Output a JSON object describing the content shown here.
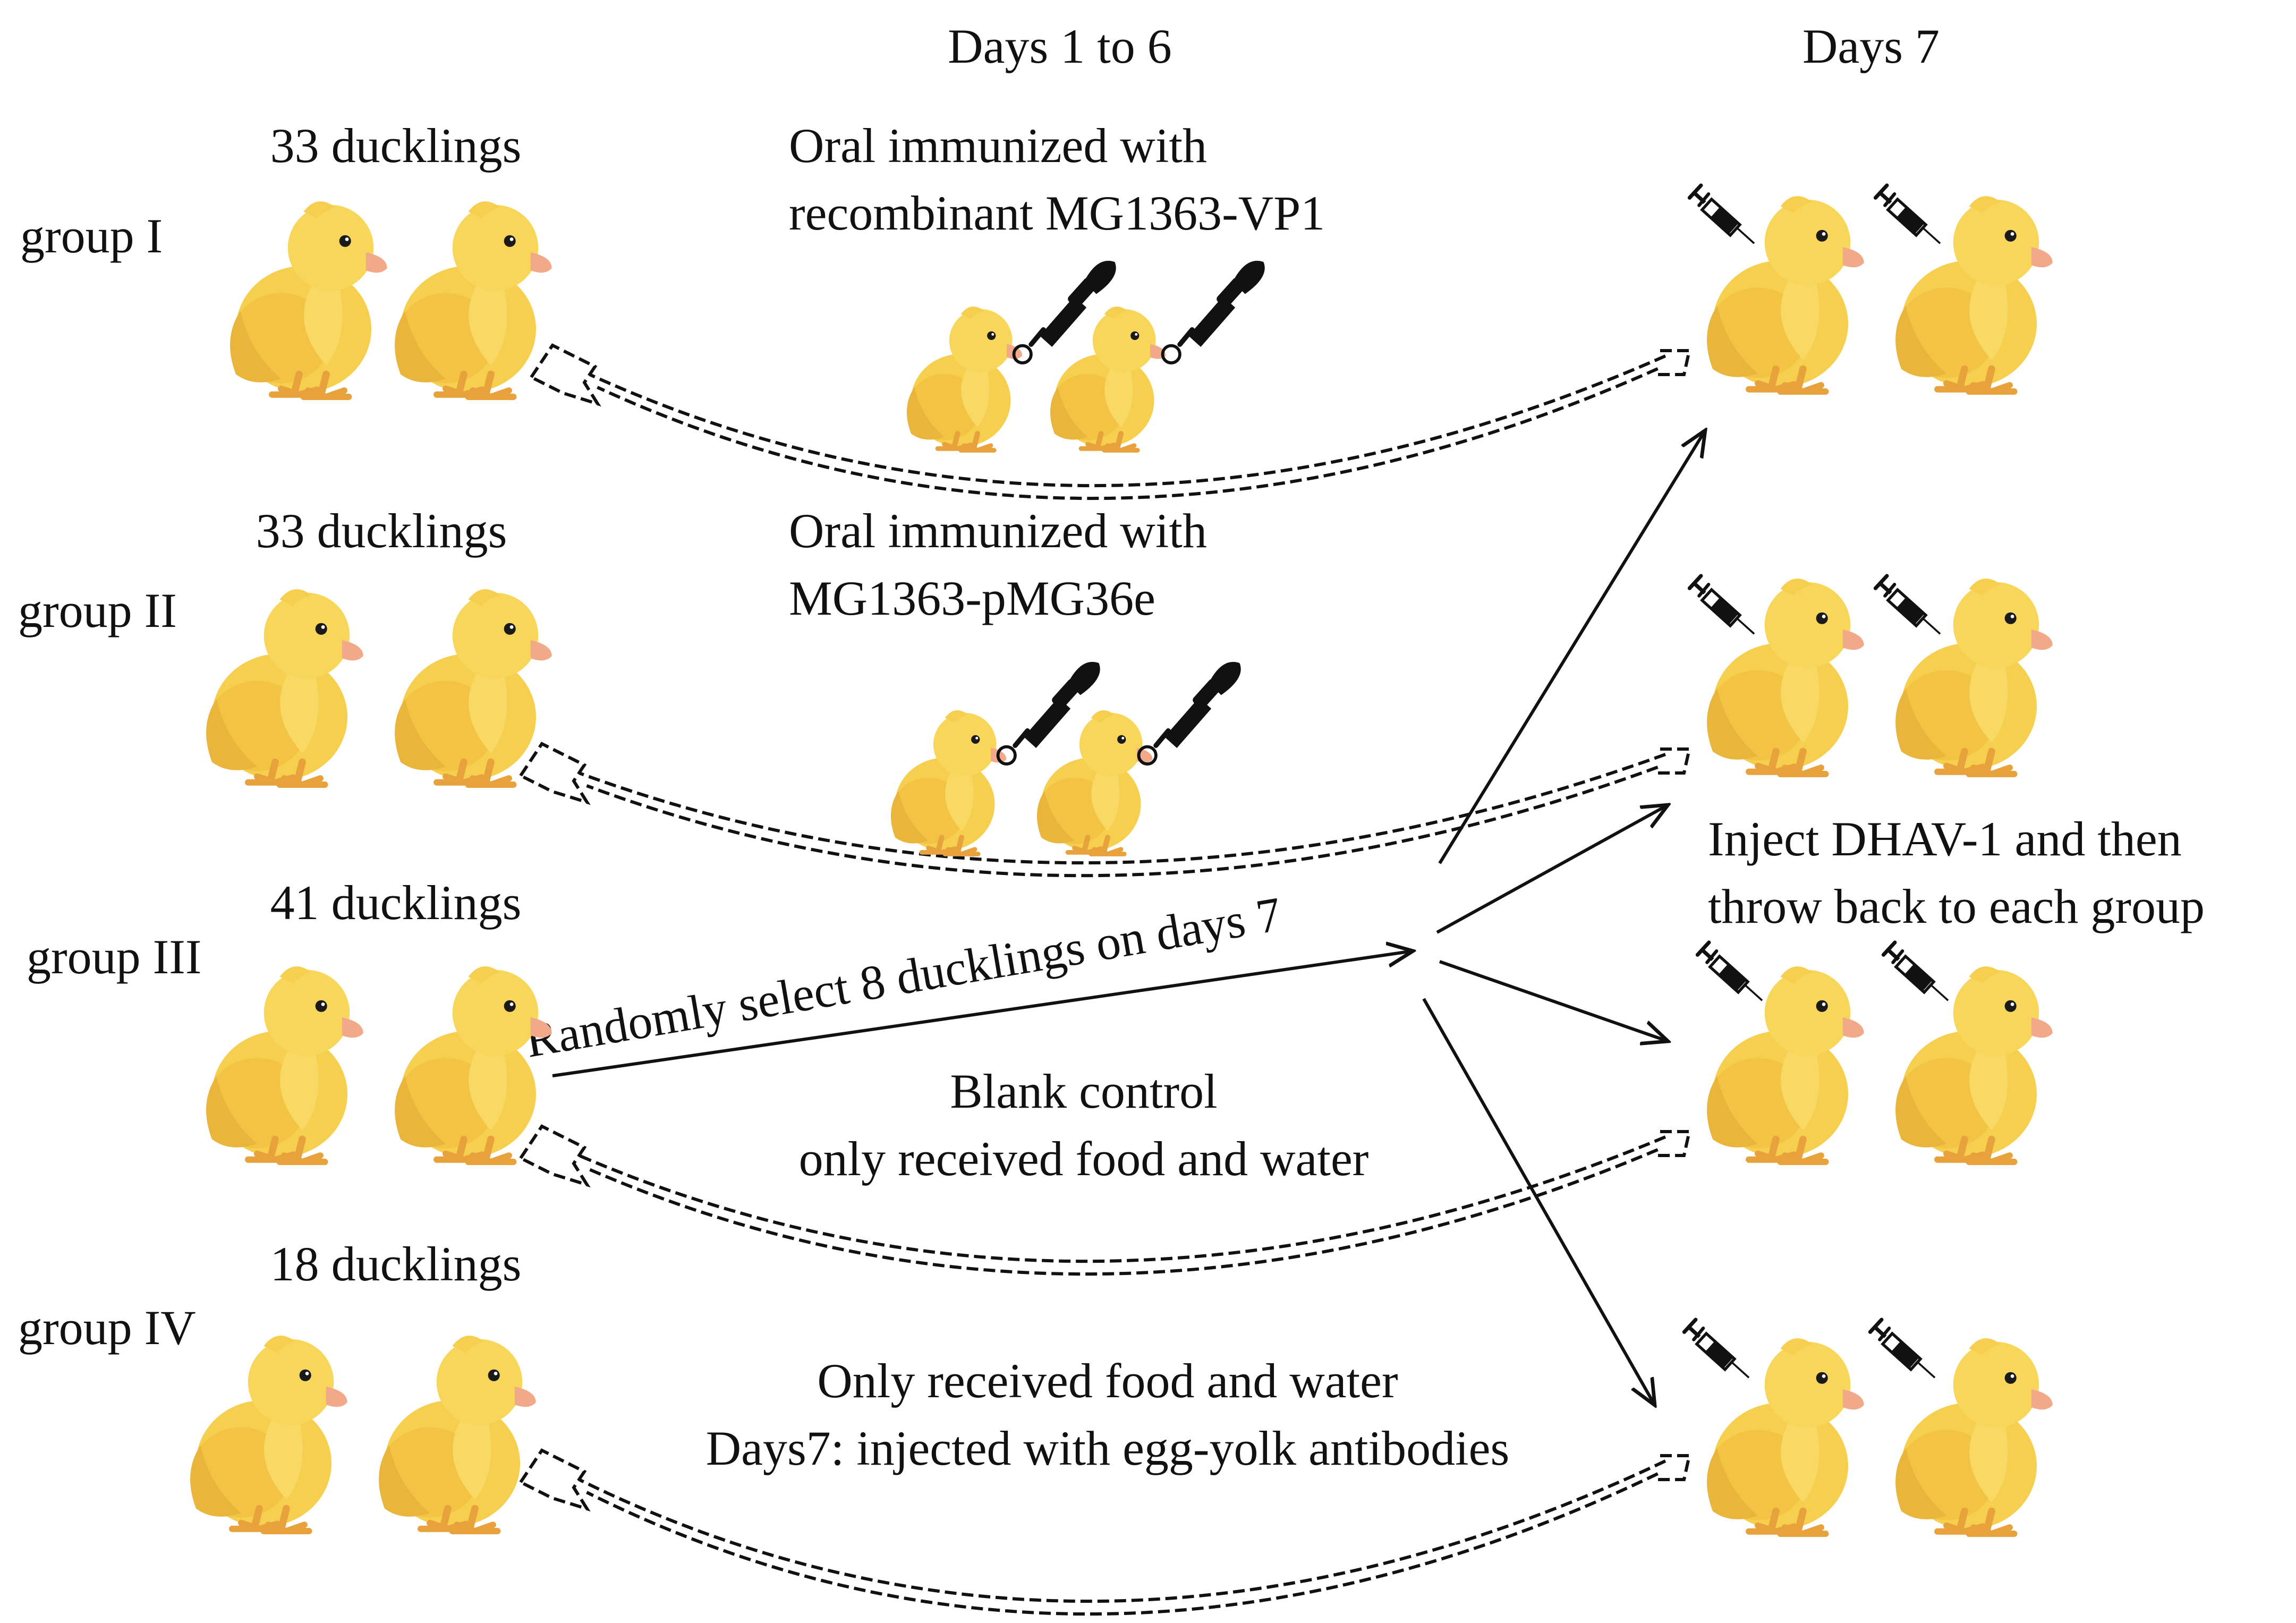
{
  "header": {
    "phase1": "Days 1 to 6",
    "phase2": "Days 7"
  },
  "groups": [
    {
      "name": "group I",
      "count": "33 ducklings",
      "treatment_line1": "Oral immunized with",
      "treatment_line2": "recombinant MG1363-VP1"
    },
    {
      "name": "group II",
      "count": "33 ducklings",
      "treatment_line1": "Oral immunized with",
      "treatment_line2": "MG1363-pMG36e"
    },
    {
      "name": "group III",
      "count": "41 ducklings",
      "treatment_line1": "Blank control",
      "treatment_line2": "only received food and water"
    },
    {
      "name": "group IV",
      "count": "18 ducklings",
      "treatment_line1": "Only received food and water",
      "treatment_line2": "Days7: injected with egg-yolk antibodies"
    }
  ],
  "selection_label": "Randomly select 8 ducklings on days 7",
  "injection_note": {
    "line1": "Inject DHAV-1 and then",
    "line2": "throw back to each group"
  },
  "colors": {
    "duckling_body": "#f6cf4e",
    "duckling_shade": "#e9b53a",
    "beak": "#f2a98a",
    "feet": "#e8a23c",
    "ink": "#111111"
  },
  "icons": [
    "duckling-icon",
    "dropper-icon",
    "syringe-icon"
  ]
}
